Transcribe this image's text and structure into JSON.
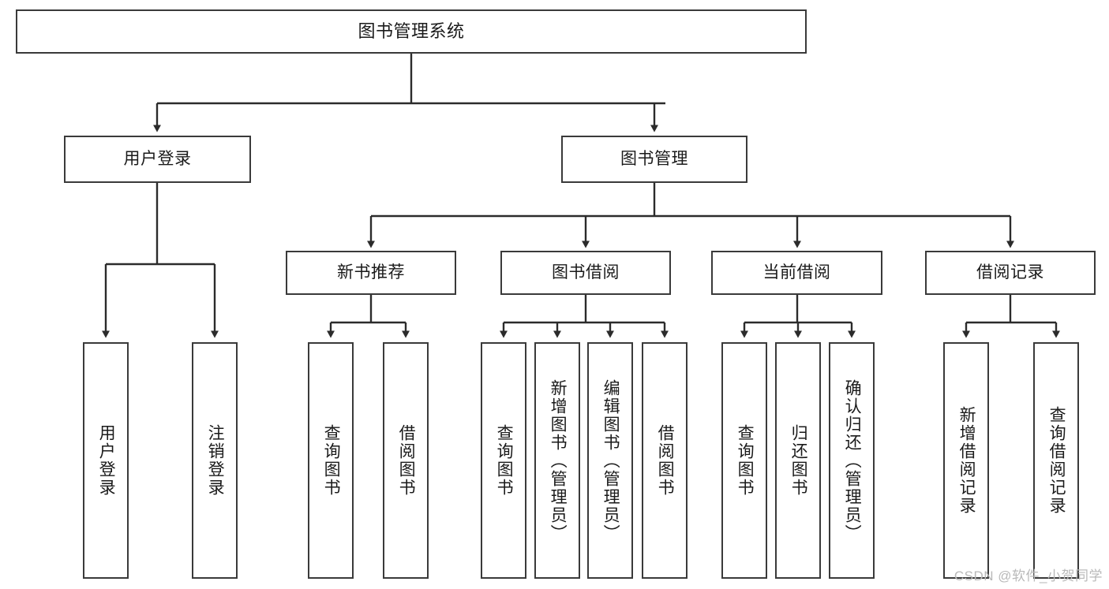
{
  "diagram": {
    "type": "tree-hierarchy",
    "title": "图书管理系统",
    "watermark": "CSDN @软件_小贺同学",
    "colors": {
      "background": "#ffffff",
      "stroke": "#3a3a3a",
      "text": "#1a1a1a",
      "watermark": "#b9b9b9"
    },
    "nodes": {
      "root": {
        "label": "图书管理系统"
      },
      "level2": [
        {
          "label": "用户登录"
        },
        {
          "label": "图书管理"
        }
      ],
      "level3": [
        {
          "label": "新书推荐"
        },
        {
          "label": "图书借阅"
        },
        {
          "label": "当前借阅"
        },
        {
          "label": "借阅记录"
        }
      ],
      "leaves": {
        "user_login": [
          {
            "label": "用户登录"
          },
          {
            "label": "注销登录"
          }
        ],
        "new_books": [
          {
            "label": "查询图书"
          },
          {
            "label": "借阅图书"
          }
        ],
        "book_borrow": [
          {
            "label": "查询图书"
          },
          {
            "label": "新增图书（管理员）"
          },
          {
            "label": "编辑图书（管理员）"
          },
          {
            "label": "借阅图书"
          }
        ],
        "current_borrow": [
          {
            "label": "查询图书"
          },
          {
            "label": "归还图书"
          },
          {
            "label": "确认归还（管理员）"
          }
        ],
        "borrow_records": [
          {
            "label": "新增借阅记录"
          },
          {
            "label": "查询借阅记录"
          }
        ]
      }
    }
  }
}
